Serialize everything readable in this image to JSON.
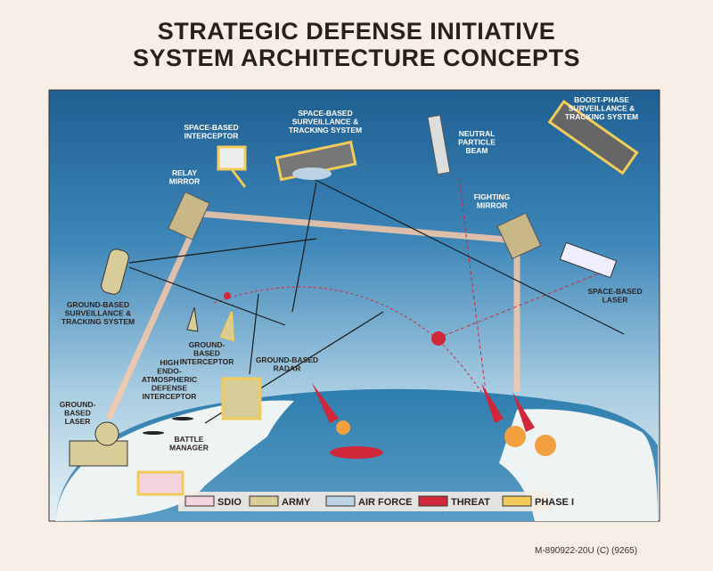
{
  "title": {
    "line1": "STRATEGIC DEFENSE INITIATIVE",
    "line2": "SYSTEM ARCHITECTURE CONCEPTS"
  },
  "labels": [
    {
      "id": "sbi",
      "lines": [
        "SPACE-BASED",
        "INTERCEPTOR"
      ]
    },
    {
      "id": "ssts",
      "lines": [
        "SPACE-BASED",
        "SURVEILLANCE &",
        "TRACKING SYSTEM"
      ]
    },
    {
      "id": "npb",
      "lines": [
        "NEUTRAL",
        "PARTICLE",
        "BEAM"
      ]
    },
    {
      "id": "bsts",
      "lines": [
        "BOOST-PHASE",
        "SURVEILLANCE &",
        "TRACKING SYSTEM"
      ]
    },
    {
      "id": "relay",
      "lines": [
        "RELAY",
        "MIRROR"
      ]
    },
    {
      "id": "fighting",
      "lines": [
        "FIGHTING",
        "MIRROR"
      ]
    },
    {
      "id": "sbl",
      "lines": [
        "SPACE-BASED",
        "LASER"
      ]
    },
    {
      "id": "gsts",
      "lines": [
        "GROUND-BASED",
        "SURVEILLANCE &",
        "TRACKING SYSTEM"
      ]
    },
    {
      "id": "hedi",
      "lines": [
        "HIGH",
        "ENDO-",
        "ATMOSPHERIC",
        "DEFENSE",
        "INTERCEPTOR"
      ]
    },
    {
      "id": "gbi",
      "lines": [
        "GROUND-",
        "BASED",
        "INTERCEPTOR"
      ]
    },
    {
      "id": "gbr",
      "lines": [
        "GROUND-BASED",
        "RADAR"
      ]
    },
    {
      "id": "gbl",
      "lines": [
        "GROUND-",
        "BASED",
        "LASER"
      ]
    },
    {
      "id": "bm",
      "lines": [
        "BATTLE",
        "MANAGER"
      ]
    }
  ],
  "legend": [
    {
      "label": "SDIO",
      "color": "#f4d4dc"
    },
    {
      "label": "ARMY",
      "color": "#d8cc98"
    },
    {
      "label": "AIR FORCE",
      "color": "#bcd4e4"
    },
    {
      "label": "THREAT",
      "color": "#d0283a"
    },
    {
      "label": "PHASE I",
      "color": "#f2cc5a"
    }
  ],
  "reference": "M-890922-20U (C) (9265)"
}
